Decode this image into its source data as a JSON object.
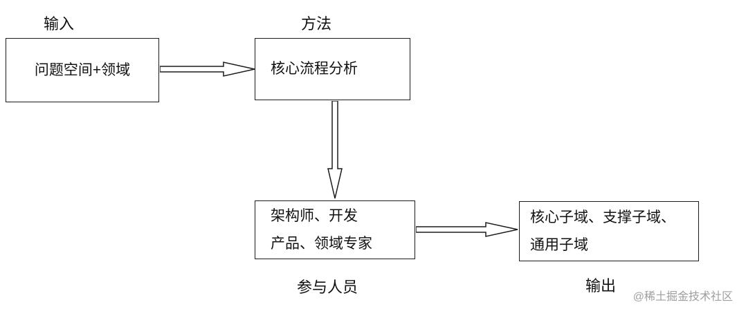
{
  "diagram": {
    "labels": {
      "input": "输入",
      "method": "方法",
      "participants": "参与人员",
      "output": "输出"
    },
    "boxes": {
      "input_box": "问题空间+领域",
      "method_box": "核心流程分析",
      "participants_box_line1": "架构师、开发",
      "participants_box_line2": "产品、领域专家",
      "output_box_line1": "核心子域、支撑子域、",
      "output_box_line2": "通用子域"
    },
    "edges": [
      {
        "from": "input_box",
        "to": "method_box",
        "direction": "right"
      },
      {
        "from": "method_box",
        "to": "participants_box",
        "direction": "down"
      },
      {
        "from": "participants_box",
        "to": "output_box",
        "direction": "right"
      }
    ],
    "watermark": "@稀土掘金技术社区",
    "colors": {
      "line": "#1a1a1a",
      "watermark": "#9e9e9e",
      "background": "#ffffff"
    }
  }
}
